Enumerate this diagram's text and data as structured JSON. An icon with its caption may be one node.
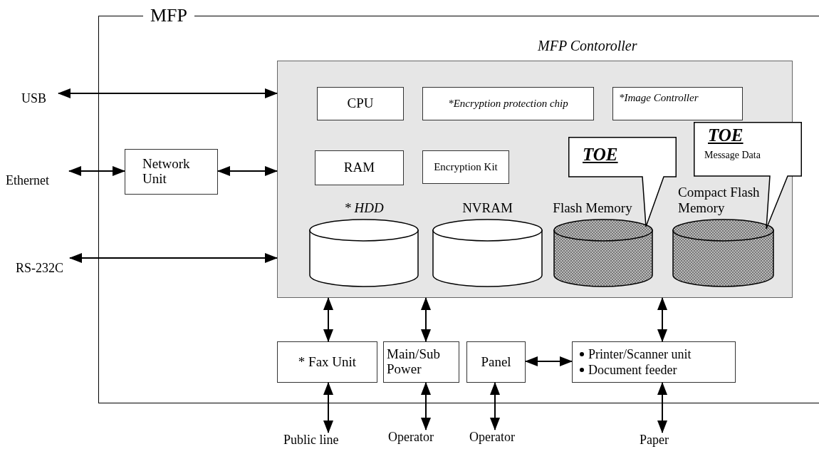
{
  "diagram": {
    "nodes": [
      {
        "text": [
          "MFP"
        ]
      },
      {
        "text": [
          "MFP Contoroller"
        ],
        "in": 0
      },
      {
        "text": [
          "CPU"
        ],
        "in": 1
      },
      {
        "text": [
          "*Encryption protection chip"
        ],
        "in": 1
      },
      {
        "text": [
          "*Image Controller"
        ],
        "in": 1
      },
      {
        "text": [
          "RAM"
        ],
        "in": 1
      },
      {
        "text": [
          "Encryption Kit"
        ],
        "in": 1
      },
      {
        "text": [
          "* HDD"
        ],
        "in": 1
      },
      {
        "text": [
          "NVRAM"
        ],
        "in": 1
      },
      {
        "text": [
          "Flash Memory"
        ],
        "in": 1
      },
      {
        "text": [
          "Compact Flash Memory"
        ],
        "in": 1
      },
      {
        "text": [
          "TOE"
        ],
        "in": 1
      },
      {
        "text": [
          "TOE",
          "Message Data"
        ],
        "in": 0
      },
      {
        "text": [
          "Network Unit"
        ],
        "in": 0
      },
      {
        "text": [
          "* Fax Unit"
        ],
        "in": 0
      },
      {
        "text": [
          "Main/Sub Power"
        ],
        "in": 0
      },
      {
        "text": [
          "Panel"
        ],
        "in": 0
      },
      {
        "text": [
          "Printer/Scanner unit",
          "Document feeder"
        ],
        "in": 0
      },
      {
        "text": [
          "USB"
        ]
      },
      {
        "text": [
          "Ethernet"
        ]
      },
      {
        "text": [
          "RS-232C"
        ]
      },
      {
        "text": [
          "Public line"
        ]
      },
      {
        "text": [
          "Operator"
        ]
      },
      {
        "text": [
          "Operator"
        ]
      },
      {
        "text": [
          "Paper"
        ]
      }
    ],
    "edges": [
      {
        "from": 18,
        "to": 1,
        "arrow": "both"
      },
      {
        "from": 19,
        "to": 13,
        "arrow": "both"
      },
      {
        "from": 13,
        "to": 1,
        "arrow": "both"
      },
      {
        "from": 20,
        "to": 1,
        "arrow": "both"
      },
      {
        "from": 1,
        "to": 14,
        "arrow": "both"
      },
      {
        "from": 1,
        "to": 15,
        "arrow": "both"
      },
      {
        "from": 1,
        "to": 17,
        "arrow": "both"
      },
      {
        "from": 16,
        "to": 17,
        "arrow": "both"
      },
      {
        "from": 14,
        "to": 21,
        "arrow": "both"
      },
      {
        "from": 15,
        "to": 22,
        "arrow": "both"
      },
      {
        "from": 16,
        "to": 23,
        "arrow": "both"
      },
      {
        "from": 17,
        "to": 24,
        "arrow": "both"
      }
    ]
  }
}
